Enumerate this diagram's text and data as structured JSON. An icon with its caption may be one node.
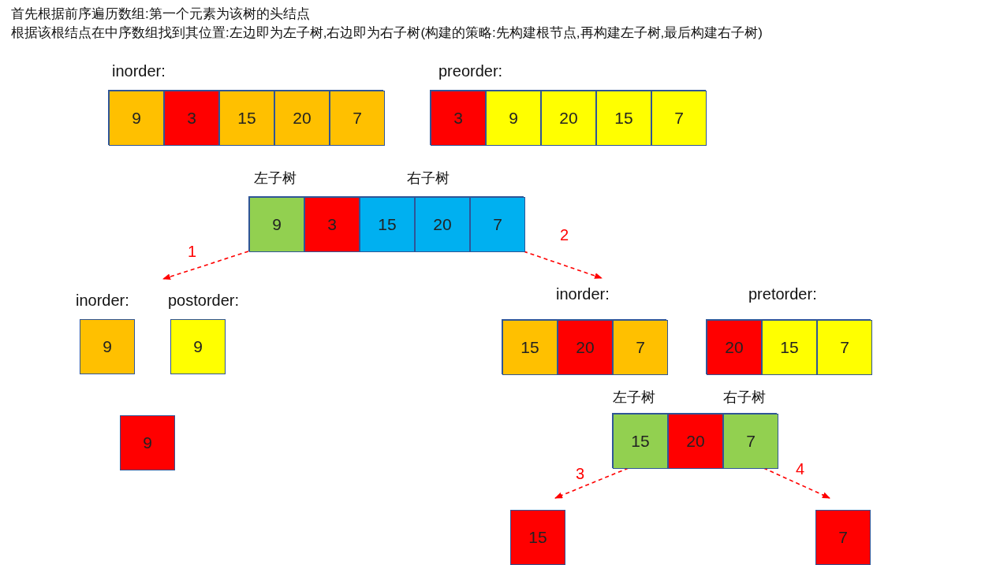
{
  "diagram": {
    "nodes": [
      {
        "text": [],
        "shape": "box",
        "beside": [
          "inorder:"
        ]
      },
      {
        "text": [
          "9"
        ],
        "in": 0
      },
      {
        "text": [
          "3"
        ],
        "in": 0
      },
      {
        "text": [
          "15"
        ],
        "in": 0
      },
      {
        "text": [
          "20"
        ],
        "in": 0
      },
      {
        "text": [
          "7"
        ],
        "in": 0
      },
      {
        "text": [],
        "shape": "box",
        "beside": [
          "preorder:"
        ]
      },
      {
        "text": [
          "3"
        ],
        "in": 6
      },
      {
        "text": [
          "9"
        ],
        "in": 6
      },
      {
        "text": [
          "20"
        ],
        "in": 6
      },
      {
        "text": [
          "15"
        ],
        "in": 6
      },
      {
        "text": [
          "7"
        ],
        "in": 6
      },
      {
        "text": [],
        "shape": "box",
        "beside": [
          "左子树",
          "右子树"
        ]
      },
      {
        "text": [
          "9"
        ],
        "in": 12
      },
      {
        "text": [
          "3"
        ],
        "in": 12
      },
      {
        "text": [
          "15"
        ],
        "in": 12
      },
      {
        "text": [
          "20"
        ],
        "in": 12
      },
      {
        "text": [
          "7"
        ],
        "in": 12
      },
      {
        "text": [
          "9"
        ],
        "beside": [
          "inorder:"
        ]
      },
      {
        "text": [
          "9"
        ],
        "beside": [
          "postorder:"
        ]
      },
      {
        "text": [],
        "shape": "box",
        "beside": [
          "inorder:"
        ]
      },
      {
        "text": [
          "15"
        ],
        "in": 20
      },
      {
        "text": [
          "20"
        ],
        "in": 20
      },
      {
        "text": [
          "7"
        ],
        "in": 20
      },
      {
        "text": [],
        "shape": "box",
        "beside": [
          "pretorder:"
        ]
      },
      {
        "text": [
          "20"
        ],
        "in": 24
      },
      {
        "text": [
          "15"
        ],
        "in": 24
      },
      {
        "text": [
          "7"
        ],
        "in": 24
      },
      {
        "text": [],
        "shape": "box",
        "beside": [
          "左子树",
          "右子树"
        ]
      },
      {
        "text": [
          "15"
        ],
        "in": 28
      },
      {
        "text": [
          "20"
        ],
        "in": 28
      },
      {
        "text": [
          "7"
        ],
        "in": 28
      },
      {
        "text": [
          "9"
        ]
      },
      {
        "text": [
          "15"
        ]
      },
      {
        "text": [
          "7"
        ]
      }
    ],
    "edges": [
      {
        "from": 12,
        "to": 19,
        "arrow": "to",
        "label": "1",
        "style": "dashed"
      },
      {
        "from": 12,
        "to": 20,
        "arrow": "to",
        "label": "2",
        "style": "dashed"
      },
      {
        "from": 28,
        "to": 33,
        "arrow": "to",
        "label": "3",
        "style": "dashed"
      },
      {
        "from": 28,
        "to": 34,
        "arrow": "to",
        "label": "4",
        "style": "dashed"
      }
    ],
    "labels": [
      "首先根据前序遍历数组:第一个元素为该树的头结点",
      "根据该根结点在中序数组找到其位置:左边即为左子树,右边即为右子树(构建的策略:先构建根节点,再构建左子树,最后构建右子树)"
    ]
  }
}
